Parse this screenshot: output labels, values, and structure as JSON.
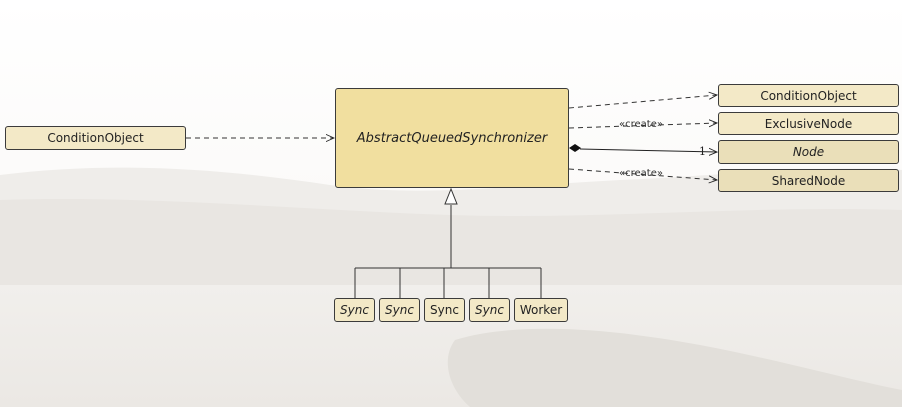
{
  "nodes": {
    "left_condition_object": "ConditionObject",
    "aqs": "AbstractQueuedSynchronizer",
    "right_condition_object": "ConditionObject",
    "exclusive_node": "ExclusiveNode",
    "node": "Node",
    "shared_node": "SharedNode",
    "sync_1": "Sync",
    "sync_2": "Sync",
    "sync_3": "Sync",
    "sync_4": "Sync",
    "worker": "Worker"
  },
  "edges": {
    "create_label_exclusive": "«create»",
    "create_label_shared": "«create»",
    "node_multiplicity": "1"
  },
  "colors": {
    "class_fill": "#f3e9c7",
    "main_fill": "#f1df9f",
    "border": "#3b3b3b"
  }
}
